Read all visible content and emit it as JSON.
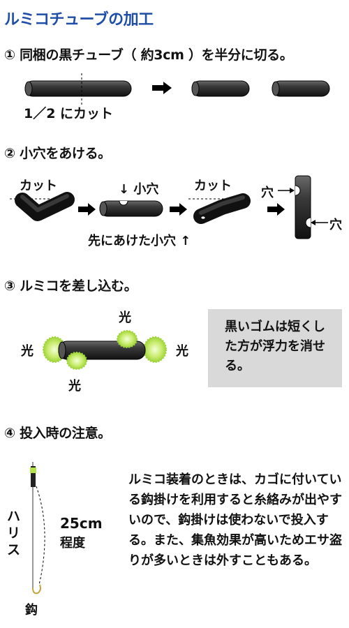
{
  "title": "ルミコチューブの加工",
  "colors": {
    "title": "#1f4ea8",
    "tube": "#2a2a2a",
    "glow": "#b5e24d",
    "note_bg": "#d9d9d9",
    "hook": "#c8a23a"
  },
  "step1": {
    "heading": "① 同梱の黒チューブ（ 約3cm ）を半分に切る。",
    "cut_label": "1／2 にカット"
  },
  "step2": {
    "heading": "② 小穴をあける。",
    "cut_label_1": "カット",
    "small_hole_label": "↓ 小穴",
    "cut_label_2": "カット",
    "hole_left": "穴",
    "hole_right": "穴",
    "bottom_label": "先にあけた小穴 ↑"
  },
  "step3": {
    "heading": "③ ルミコを差し込む。",
    "light_top": "光",
    "light_left": "光",
    "light_right": "光",
    "light_bottom": "光",
    "note": "黒いゴムは短くした方が浮力を消せる。"
  },
  "step4": {
    "heading": "④ 投入時の注意。",
    "harisu": "ハリス",
    "length": "25cm",
    "length_sub": "程度",
    "hook": "鈎",
    "paragraph": "ルミコ装着のときは、カゴに付いている鈎掛けを利用すると糸絡みが出やすいので、鈎掛けは使わないで投入する。また、集魚効果が高いためエサ盗りが多いときは外すこともある。"
  }
}
